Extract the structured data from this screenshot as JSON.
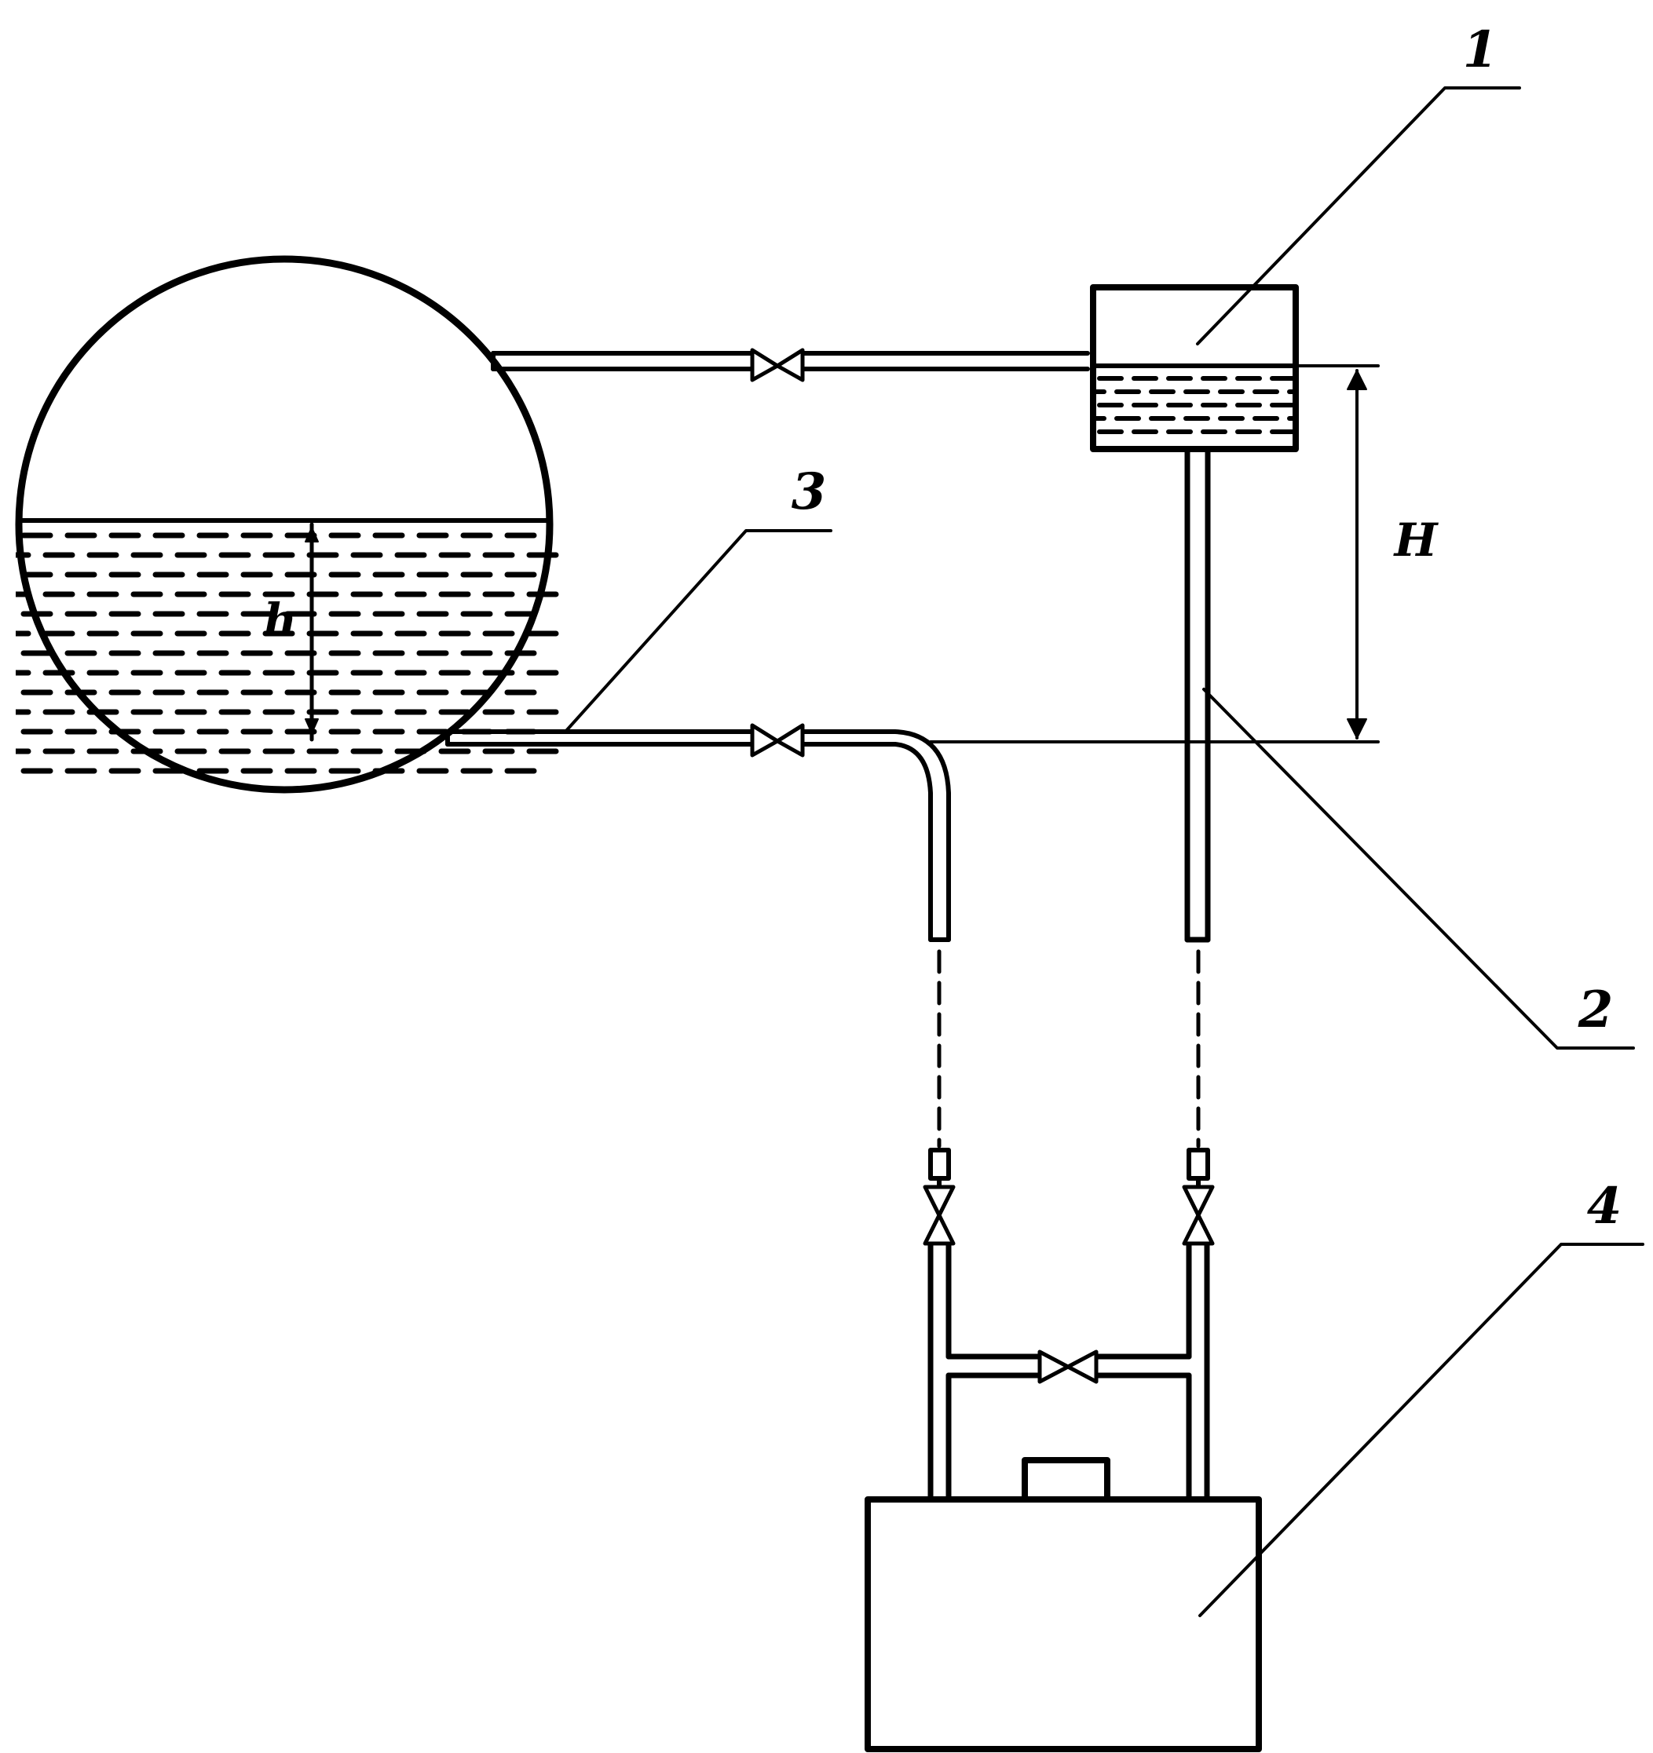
{
  "labels": {
    "callout_1": "1",
    "callout_2": "2",
    "callout_3": "3",
    "callout_4": "4",
    "dim_H": "H",
    "dim_h": "h"
  },
  "colors": {
    "ink": "#000000",
    "paper": "#ffffff"
  }
}
